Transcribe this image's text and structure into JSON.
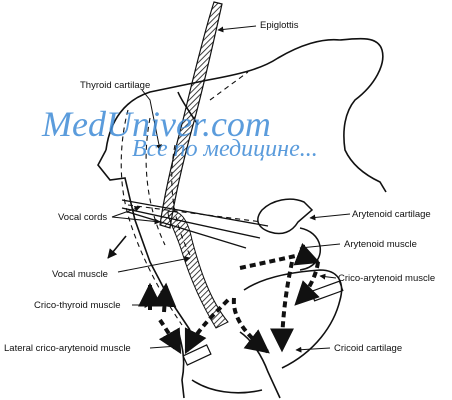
{
  "labels": {
    "epiglottis": "Epiglottis",
    "thyroid_cartilage": "Thyroid cartilage",
    "vocal_cords": "Vocal cords",
    "vocal_muscle": "Vocal muscle",
    "crico_thyroid_muscle": "Crico-thyroid muscle",
    "lateral_crico_arytenoid_muscle": "Lateral crico-arytenoid muscle",
    "arytenoid_cartilage": "Arytenoid cartilage",
    "arytenoid_muscle": "Arytenoid muscle",
    "crico_arytenoid_muscle": "Crico-arytenoid muscle",
    "cricoid_cartilage": "Cricoid cartilage"
  },
  "watermark": {
    "line1": "MedUniver.com",
    "line2": "Все по медицине..."
  },
  "colors": {
    "ink": "#111111",
    "watermark": "#3f8bd6"
  }
}
